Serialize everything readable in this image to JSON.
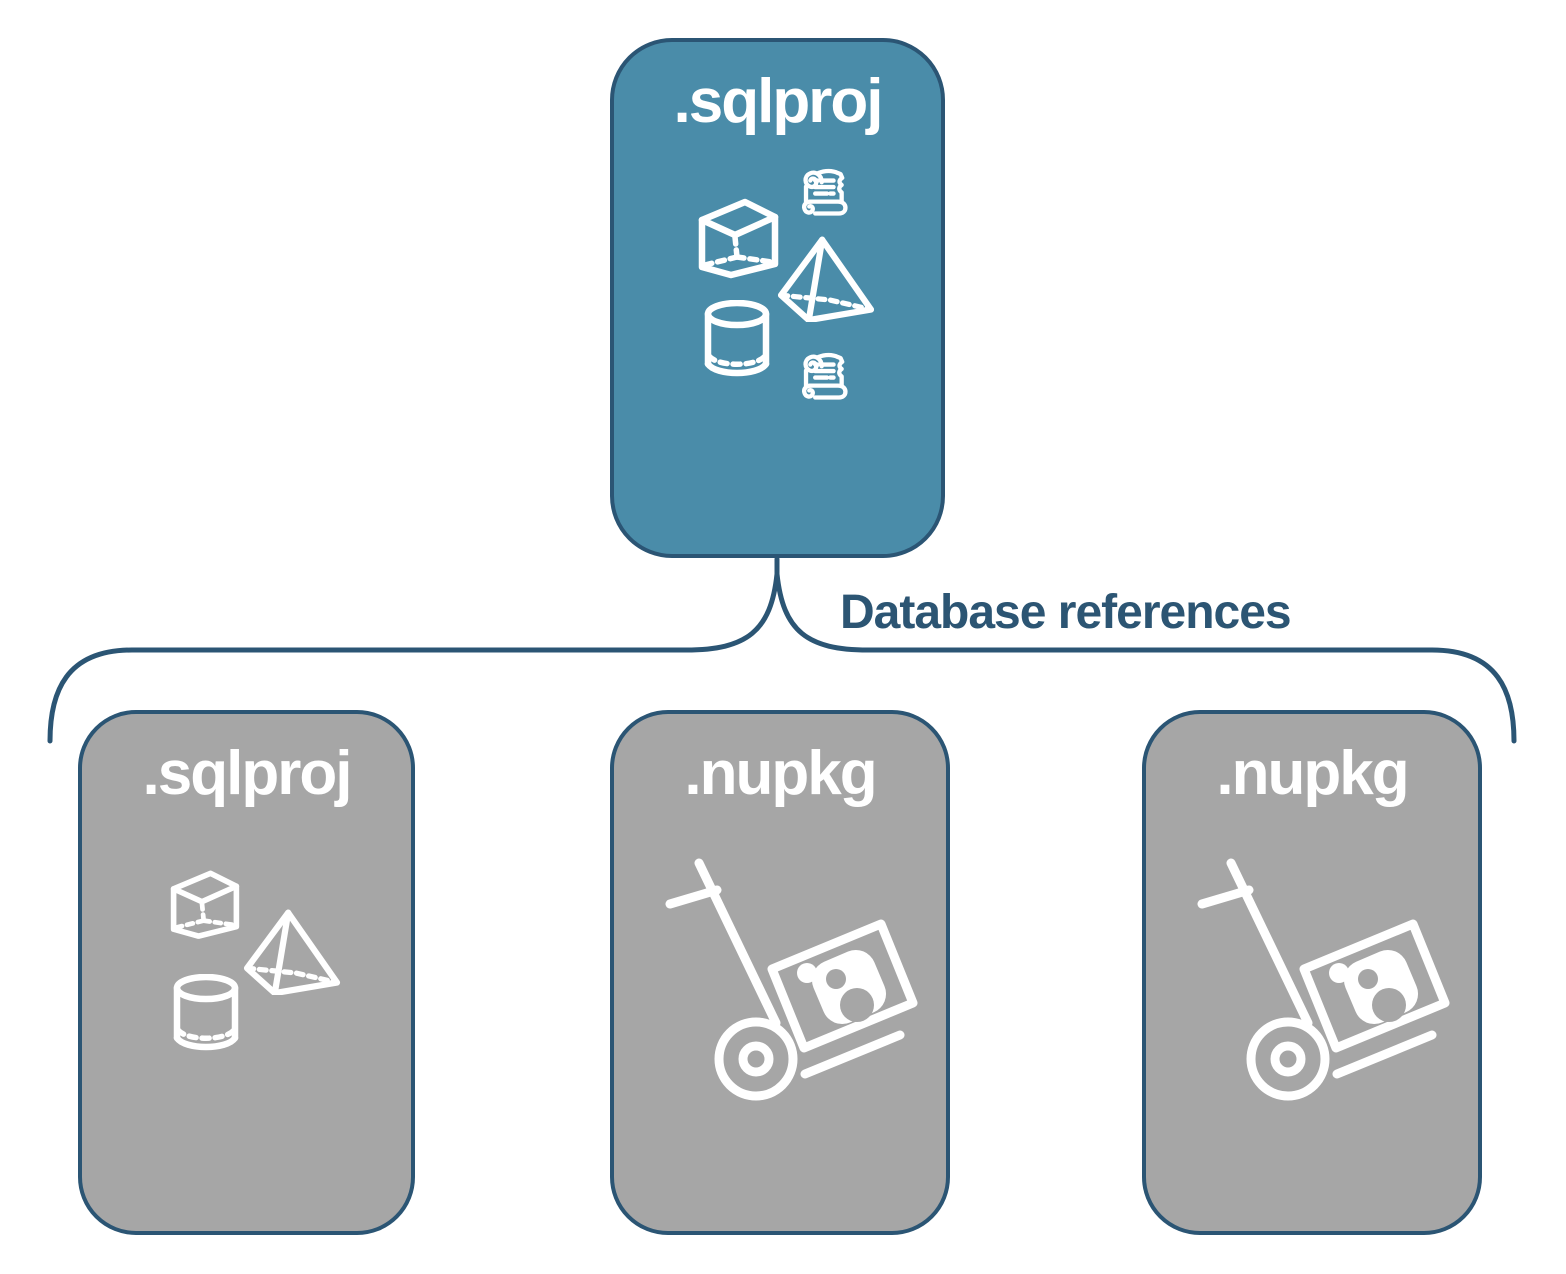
{
  "root": {
    "label": ".sqlproj"
  },
  "connector": {
    "label": "Database references"
  },
  "children": [
    {
      "label": ".sqlproj",
      "icon": "sql-database-objects"
    },
    {
      "label": ".nupkg",
      "icon": "package-hand-truck"
    },
    {
      "label": ".nupkg",
      "icon": "package-hand-truck"
    }
  ],
  "colors": {
    "root_fill": "#4A8CA9",
    "child_fill": "#A6A6A6",
    "outline": "#2B5574",
    "node_label": "#FFFFFF",
    "edge_label": "#2C5573",
    "icon_color": "#FFFFFF"
  }
}
